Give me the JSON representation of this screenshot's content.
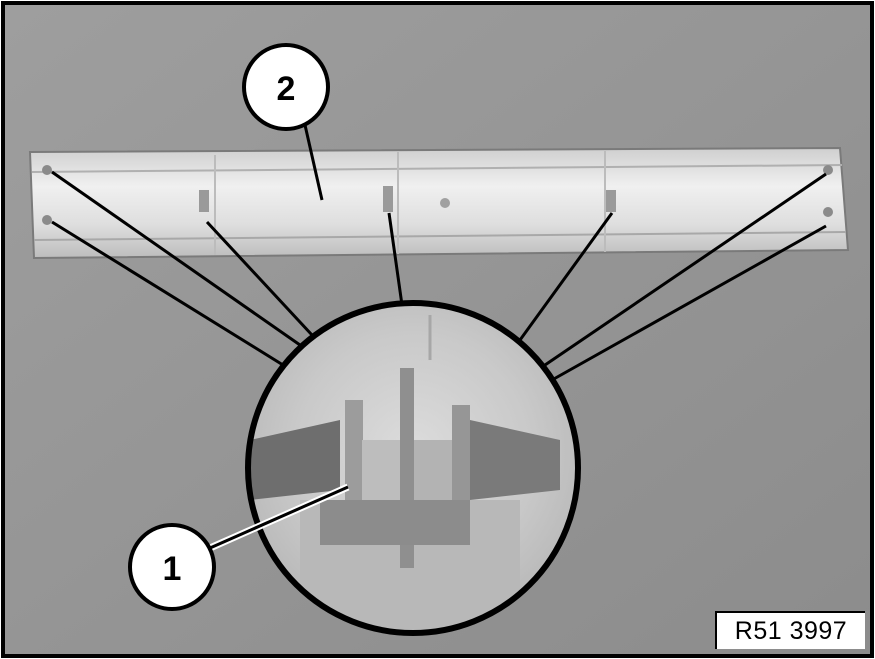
{
  "figure": {
    "reference_code": "R51 3997",
    "callouts": [
      {
        "id": "callout-1",
        "label": "1"
      },
      {
        "id": "callout-2",
        "label": "2"
      }
    ]
  }
}
